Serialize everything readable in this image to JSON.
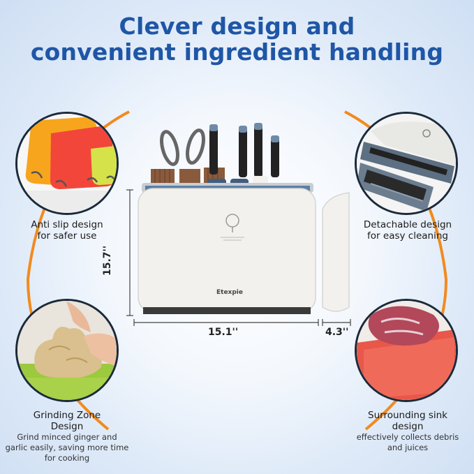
{
  "title": {
    "line1": "Clever design and",
    "line2": "convenient ingredient handling"
  },
  "features": {
    "top_left": {
      "title_line1": "Anti slip design",
      "title_line2": "for safer use"
    },
    "top_right": {
      "title_line1": "Detachable design",
      "title_line2": "for easy cleaning"
    },
    "bottom_left": {
      "title_line1": "Grinding Zone",
      "title_line2": "Design",
      "desc_line1": "Grind minced ginger and",
      "desc_line2": "garlic easily, saving more time",
      "desc_line3": "for cooking"
    },
    "bottom_right": {
      "title_line1": "Surrounding sink",
      "title_line2": "design",
      "desc_line1": "effectively collects debris",
      "desc_line2": "and juices"
    }
  },
  "dimensions": {
    "height": "15.7''",
    "width": "15.1''",
    "depth": "4.3''"
  },
  "product": {
    "brand": "Etexpie"
  },
  "colors": {
    "title": "#1f56a6",
    "arc": "#f28a1e",
    "holder": "#f2f1ee",
    "blue_tray": "#5b7fa6"
  }
}
